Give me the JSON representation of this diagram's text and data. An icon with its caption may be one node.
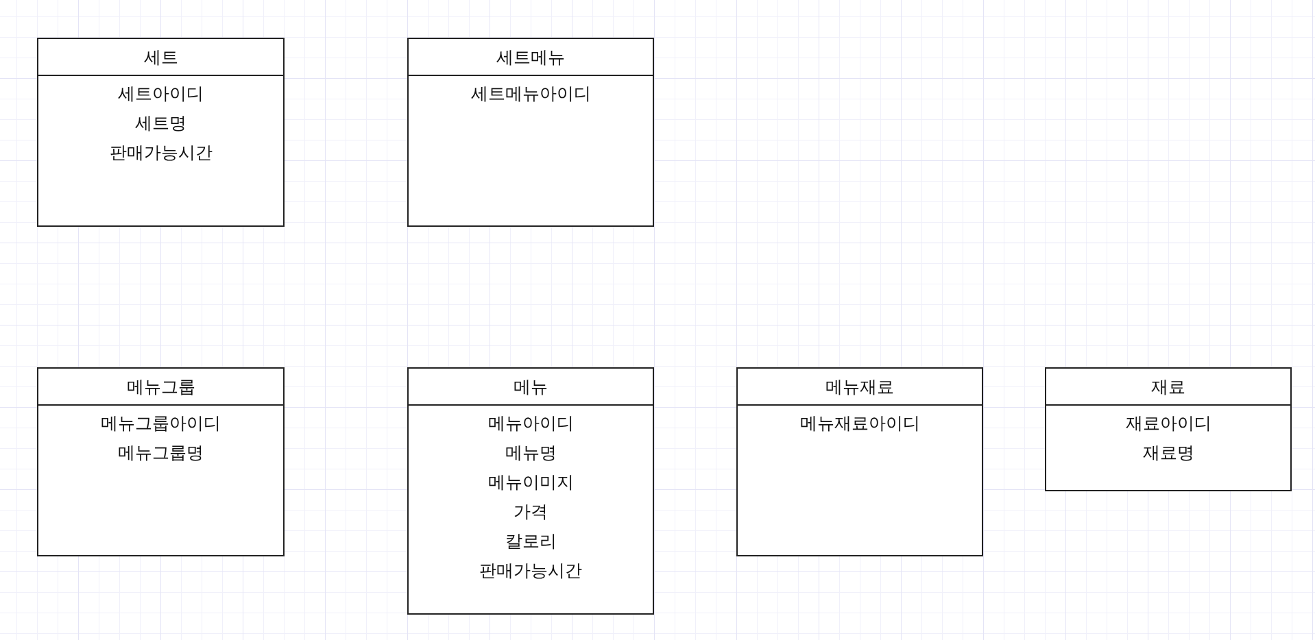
{
  "diagram": {
    "nodes": [
      {
        "text": [
          "세트",
          "세트아이디",
          "세트명",
          "판매가능시간"
        ]
      },
      {
        "text": [
          "세트메뉴",
          "세트메뉴아이디"
        ]
      },
      {
        "text": [
          "메뉴그룹",
          "메뉴그룹아이디",
          "메뉴그룹명"
        ]
      },
      {
        "text": [
          "메뉴",
          "메뉴아이디",
          "메뉴명",
          "메뉴이미지",
          "가격",
          "칼로리",
          "판매가능시간"
        ]
      },
      {
        "text": [
          "메뉴재료",
          "메뉴재료아이디"
        ]
      },
      {
        "text": [
          "재료",
          "재료아이디",
          "재료명"
        ]
      }
    ]
  }
}
